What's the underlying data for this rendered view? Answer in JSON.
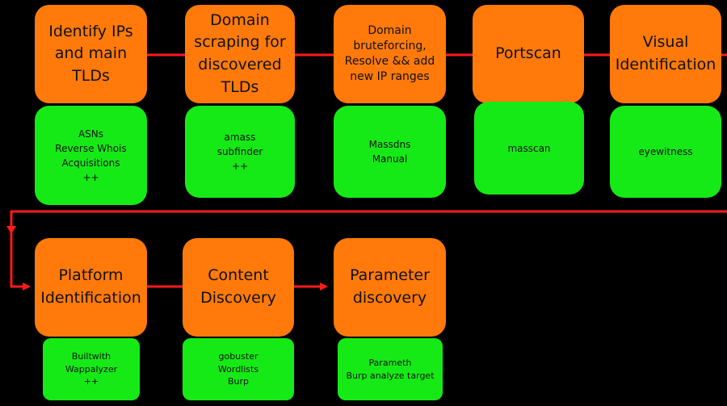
{
  "colors": {
    "background": "#000000",
    "step_box": "#ff7a0a",
    "tool_box": "#16ea16",
    "connector": "#ff1a1a"
  },
  "row1": {
    "steps": [
      "Identify IPs\nand main TLDs",
      "Domain\nscraping for\ndiscovered TLDs",
      "Domain\nbruteforcing,\nResolve && add\nnew IP ranges",
      "Portscan",
      "Visual\nIdentification"
    ],
    "tools": [
      "ASNs\nReverse Whois\nAcquisitions\n++",
      "amass\nsubfinder\n++",
      "Massdns\nManual",
      "masscan",
      "eyewitness"
    ]
  },
  "row2": {
    "steps": [
      "Platform\nIdentification",
      "Content\nDiscovery",
      "Parameter\ndiscovery"
    ],
    "tools": [
      "Builtwith\nWappalyzer\n++",
      "gobuster\nWordlists\nBurp",
      "Parameth\nBurp analyze target"
    ]
  }
}
